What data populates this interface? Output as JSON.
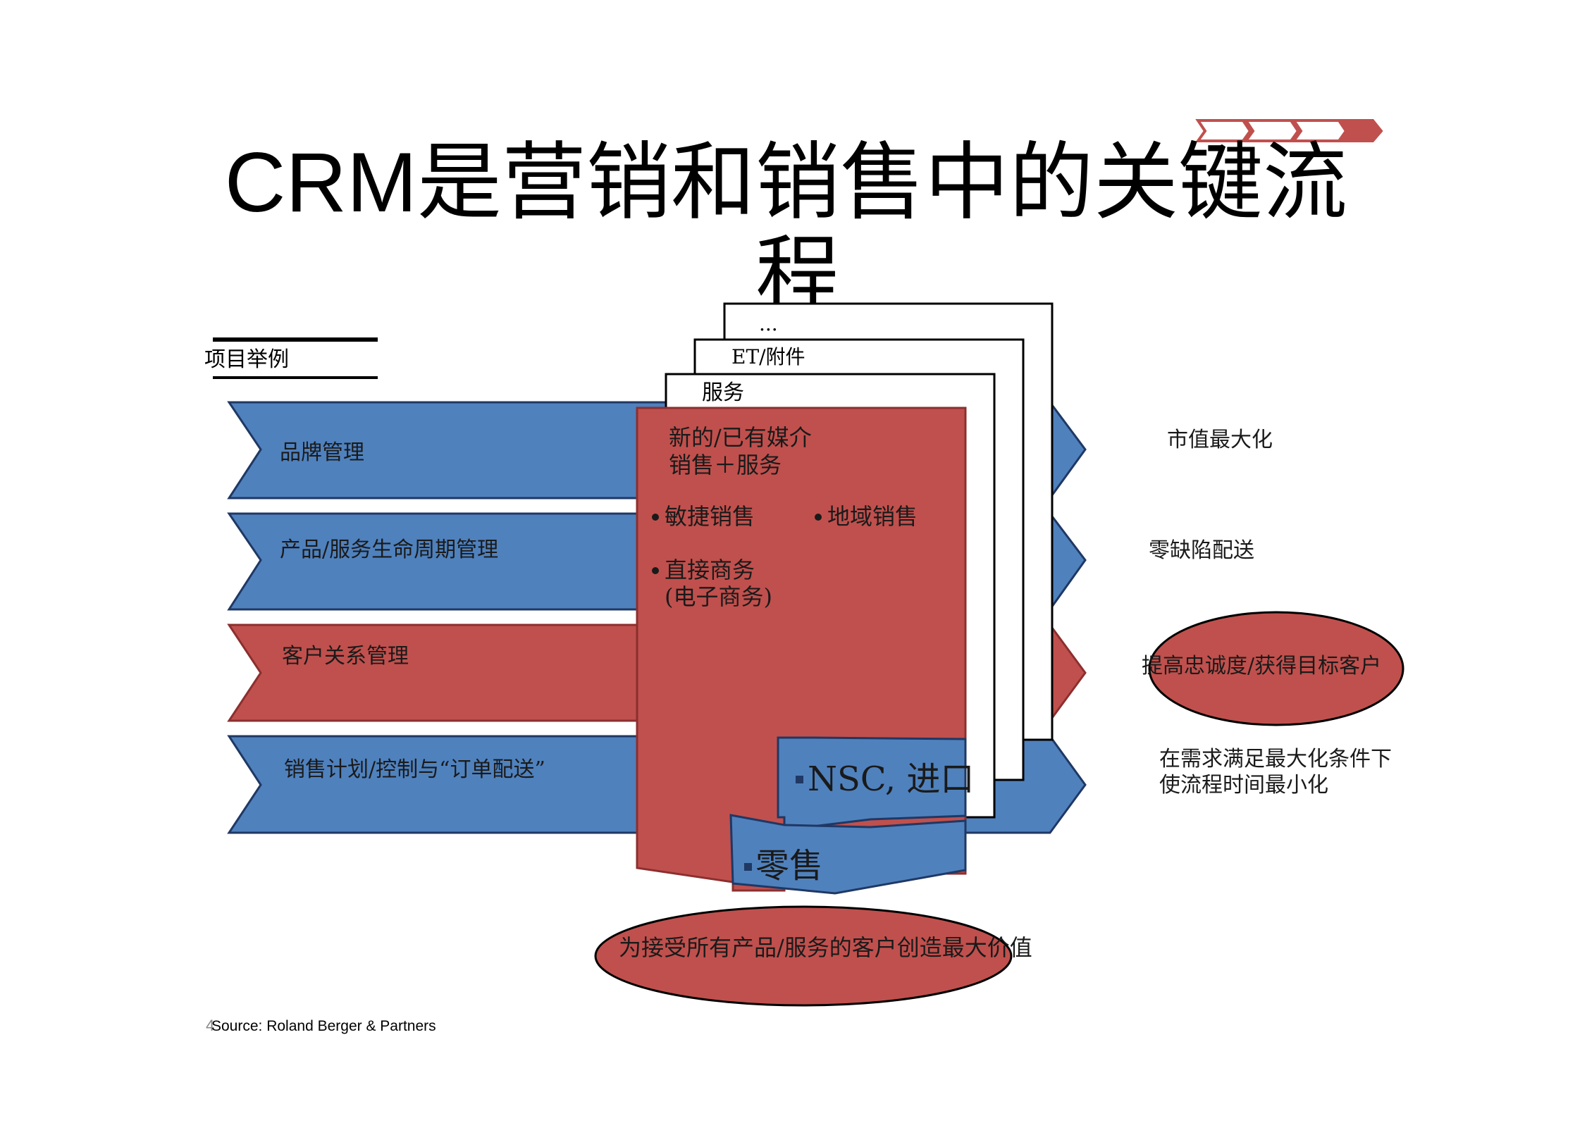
{
  "title": "CRM是营销和销售中的关键流程",
  "legend_label": "项目举例",
  "process_rows": [
    {
      "label": "品牌管理",
      "outcome": "市值最大化"
    },
    {
      "label": "产品/服务生命周期管理",
      "outcome": "零缺陷配送"
    },
    {
      "label": "客户关系管理",
      "outcome": "提高忠诚度/获得目标客户"
    },
    {
      "label": "销售计划/控制与“订单配送”",
      "outcome_line1": "在需求满足最大化条件下",
      "outcome_line2": "使流程时间最小化"
    }
  ],
  "stack_pages": {
    "page_back": "...",
    "page_middle": "ET/附件",
    "page_front": "服务"
  },
  "center_panel": {
    "heading_line1": "新的/已有媒介",
    "heading_line2": "销售＋服务",
    "bullet_agile": "敏捷销售",
    "bullet_regional": "地域销售",
    "bullet_direct_line1": "直接商务",
    "bullet_direct_line2": "(电子商务)",
    "nsc_label": "NSC, 进口",
    "retail_label": "零售"
  },
  "bottom_value": "为接受所有产品/服务的客户创造最大价值",
  "source": "Source: Roland Berger & Partners",
  "page_number": "4",
  "colors": {
    "blue": "#4f81bd",
    "red": "#c0504d",
    "dark_blue": "#1f3864",
    "dark_red": "#8c2f2f"
  }
}
